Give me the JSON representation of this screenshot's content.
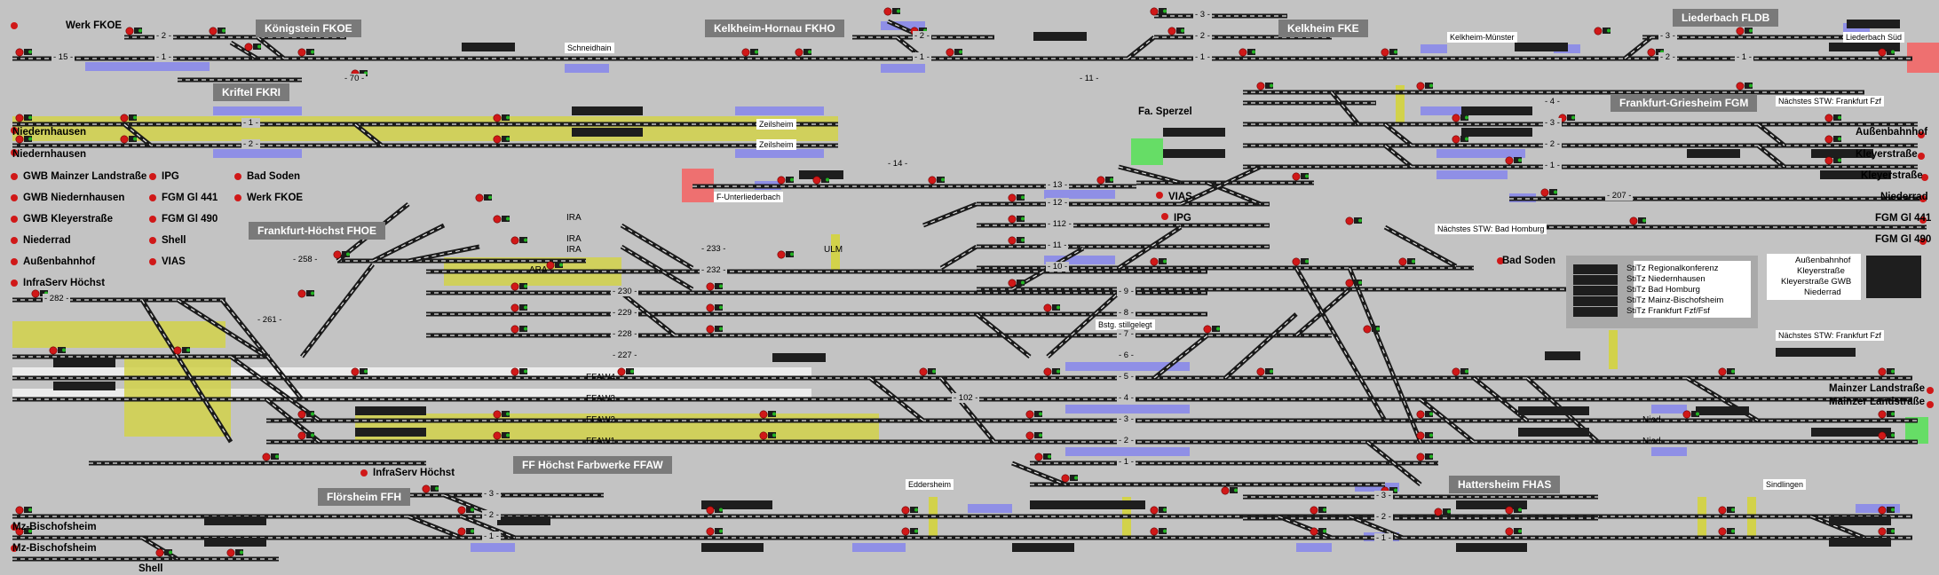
{
  "colors": {
    "background": "#c3c3c3",
    "track": "#1a1a1a",
    "track_gap": "#e6e6e6",
    "occupied": "#d2d24a",
    "route": "#8f8fe6",
    "signal_red": "#d01818",
    "signal_green": "#24b524",
    "station_box": "#7a7a7a",
    "exit_green": "#66dd66",
    "exit_red": "#ee7070"
  },
  "stations": [
    {
      "name": "Königstein FKOE"
    },
    {
      "name": "Kelkheim-Hornau FKHO"
    },
    {
      "name": "Kelkheim FKE"
    },
    {
      "name": "Liederbach FLDB"
    },
    {
      "name": "Kriftel FKRI"
    },
    {
      "name": "Frankfurt-Griesheim FGM"
    },
    {
      "name": "Frankfurt-Höchst FHOE"
    },
    {
      "name": "FF Höchst Farbwerke FFAW"
    },
    {
      "name": "Flörsheim FFH"
    },
    {
      "name": "Hattersheim FHAS"
    }
  ],
  "bold_labels": [
    "Werk FKOE",
    "Niedernhausen",
    "Niedernhausen",
    "GWB Mainzer Landstraße",
    "IPG",
    "Bad Soden",
    "GWB Niedernhausen",
    "FGM Gl 441",
    "Werk FKOE",
    "GWB Kleyerstraße",
    "FGM Gl 490",
    "Niederrad",
    "Shell",
    "Außenbahnhof",
    "VIAS",
    "InfraServ Höchst",
    "InfraServ Höchst",
    "Mz-Bischofsheim",
    "Mz-Bischofsheim",
    "Shell",
    "Fa. Sperzel",
    "VIAS",
    "IPG",
    "Bad Soden",
    "Außenbahnhof",
    "Kleyerstraße",
    "Kleyerstraße",
    "Niederrad",
    "FGM Gl 441",
    "FGM Gl 490",
    "Mainzer Landstraße",
    "Mainzer Landstraße"
  ],
  "small_labels": [
    "Schneidhain",
    "Kelkheim-Münster",
    "Liederbach Süd",
    "Zeilsheim",
    "Zeilsheim",
    "F-Unterliederbach",
    "Nächstes STW: Frankfurt Fzf",
    "Nächstes STW: Bad Homburg",
    "Bstg. stillgelegt",
    "Nächstes STW: Frankfurt Fzf",
    "Eddersheim",
    "Sindlingen",
    "IRA",
    "IRA",
    "IRA",
    "ARA",
    "ULM",
    "Nied",
    "Nied",
    "FFAW4",
    "FFAW3",
    "FFAW2",
    "FFAW1"
  ],
  "track_numbers": [
    "15",
    "2",
    "1",
    "70",
    "2",
    "1",
    "3",
    "2",
    "1",
    "11",
    "3",
    "2",
    "1",
    "1",
    "2",
    "258",
    "282",
    "261",
    "14",
    "13",
    "12",
    "112",
    "11",
    "10",
    "233",
    "232",
    "230",
    "229",
    "228",
    "227",
    "102",
    "9",
    "8",
    "7",
    "6",
    "5",
    "4",
    "3",
    "2",
    "1",
    "4",
    "3",
    "2",
    "1",
    "207",
    "3",
    "2",
    "1",
    "3",
    "2",
    "1"
  ],
  "legend": {
    "stitz": [
      "StiTz Regionalkonferenz",
      "StiTz Niedernhausen",
      "StiTz Bad Homburg",
      "StiTz Mainz-Bischofsheim",
      "StiTz Frankfurt Fzf/Fsf"
    ],
    "neighbours": [
      "Außenbahnhof",
      "Kleyerstraße",
      "Kleyerstraße GWB",
      "Niederrad"
    ]
  }
}
